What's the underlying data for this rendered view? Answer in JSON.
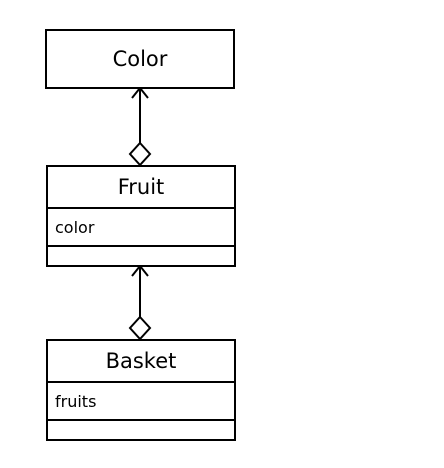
{
  "classes": [
    {
      "name": "Color",
      "attributes": []
    },
    {
      "name": "Fruit",
      "attributes": [
        "color"
      ]
    },
    {
      "name": "Basket",
      "attributes": [
        "fruits"
      ]
    }
  ],
  "relationships": [
    {
      "type": "aggregation",
      "whole": "Fruit",
      "part": "Color"
    },
    {
      "type": "aggregation",
      "whole": "Basket",
      "part": "Fruit"
    }
  ]
}
